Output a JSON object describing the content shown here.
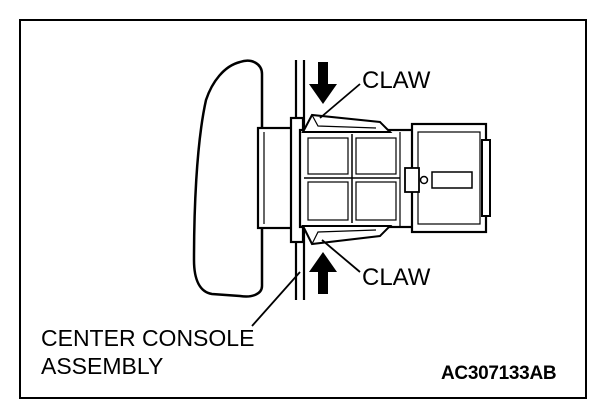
{
  "figure": {
    "labels": {
      "claw_top": "CLAW",
      "claw_bottom": "CLAW",
      "console_line1": "CENTER CONSOLE",
      "console_line2": "ASSEMBLY"
    },
    "figure_code": "AC307133AB"
  },
  "colors": {
    "line": "#000000",
    "background": "#ffffff"
  }
}
